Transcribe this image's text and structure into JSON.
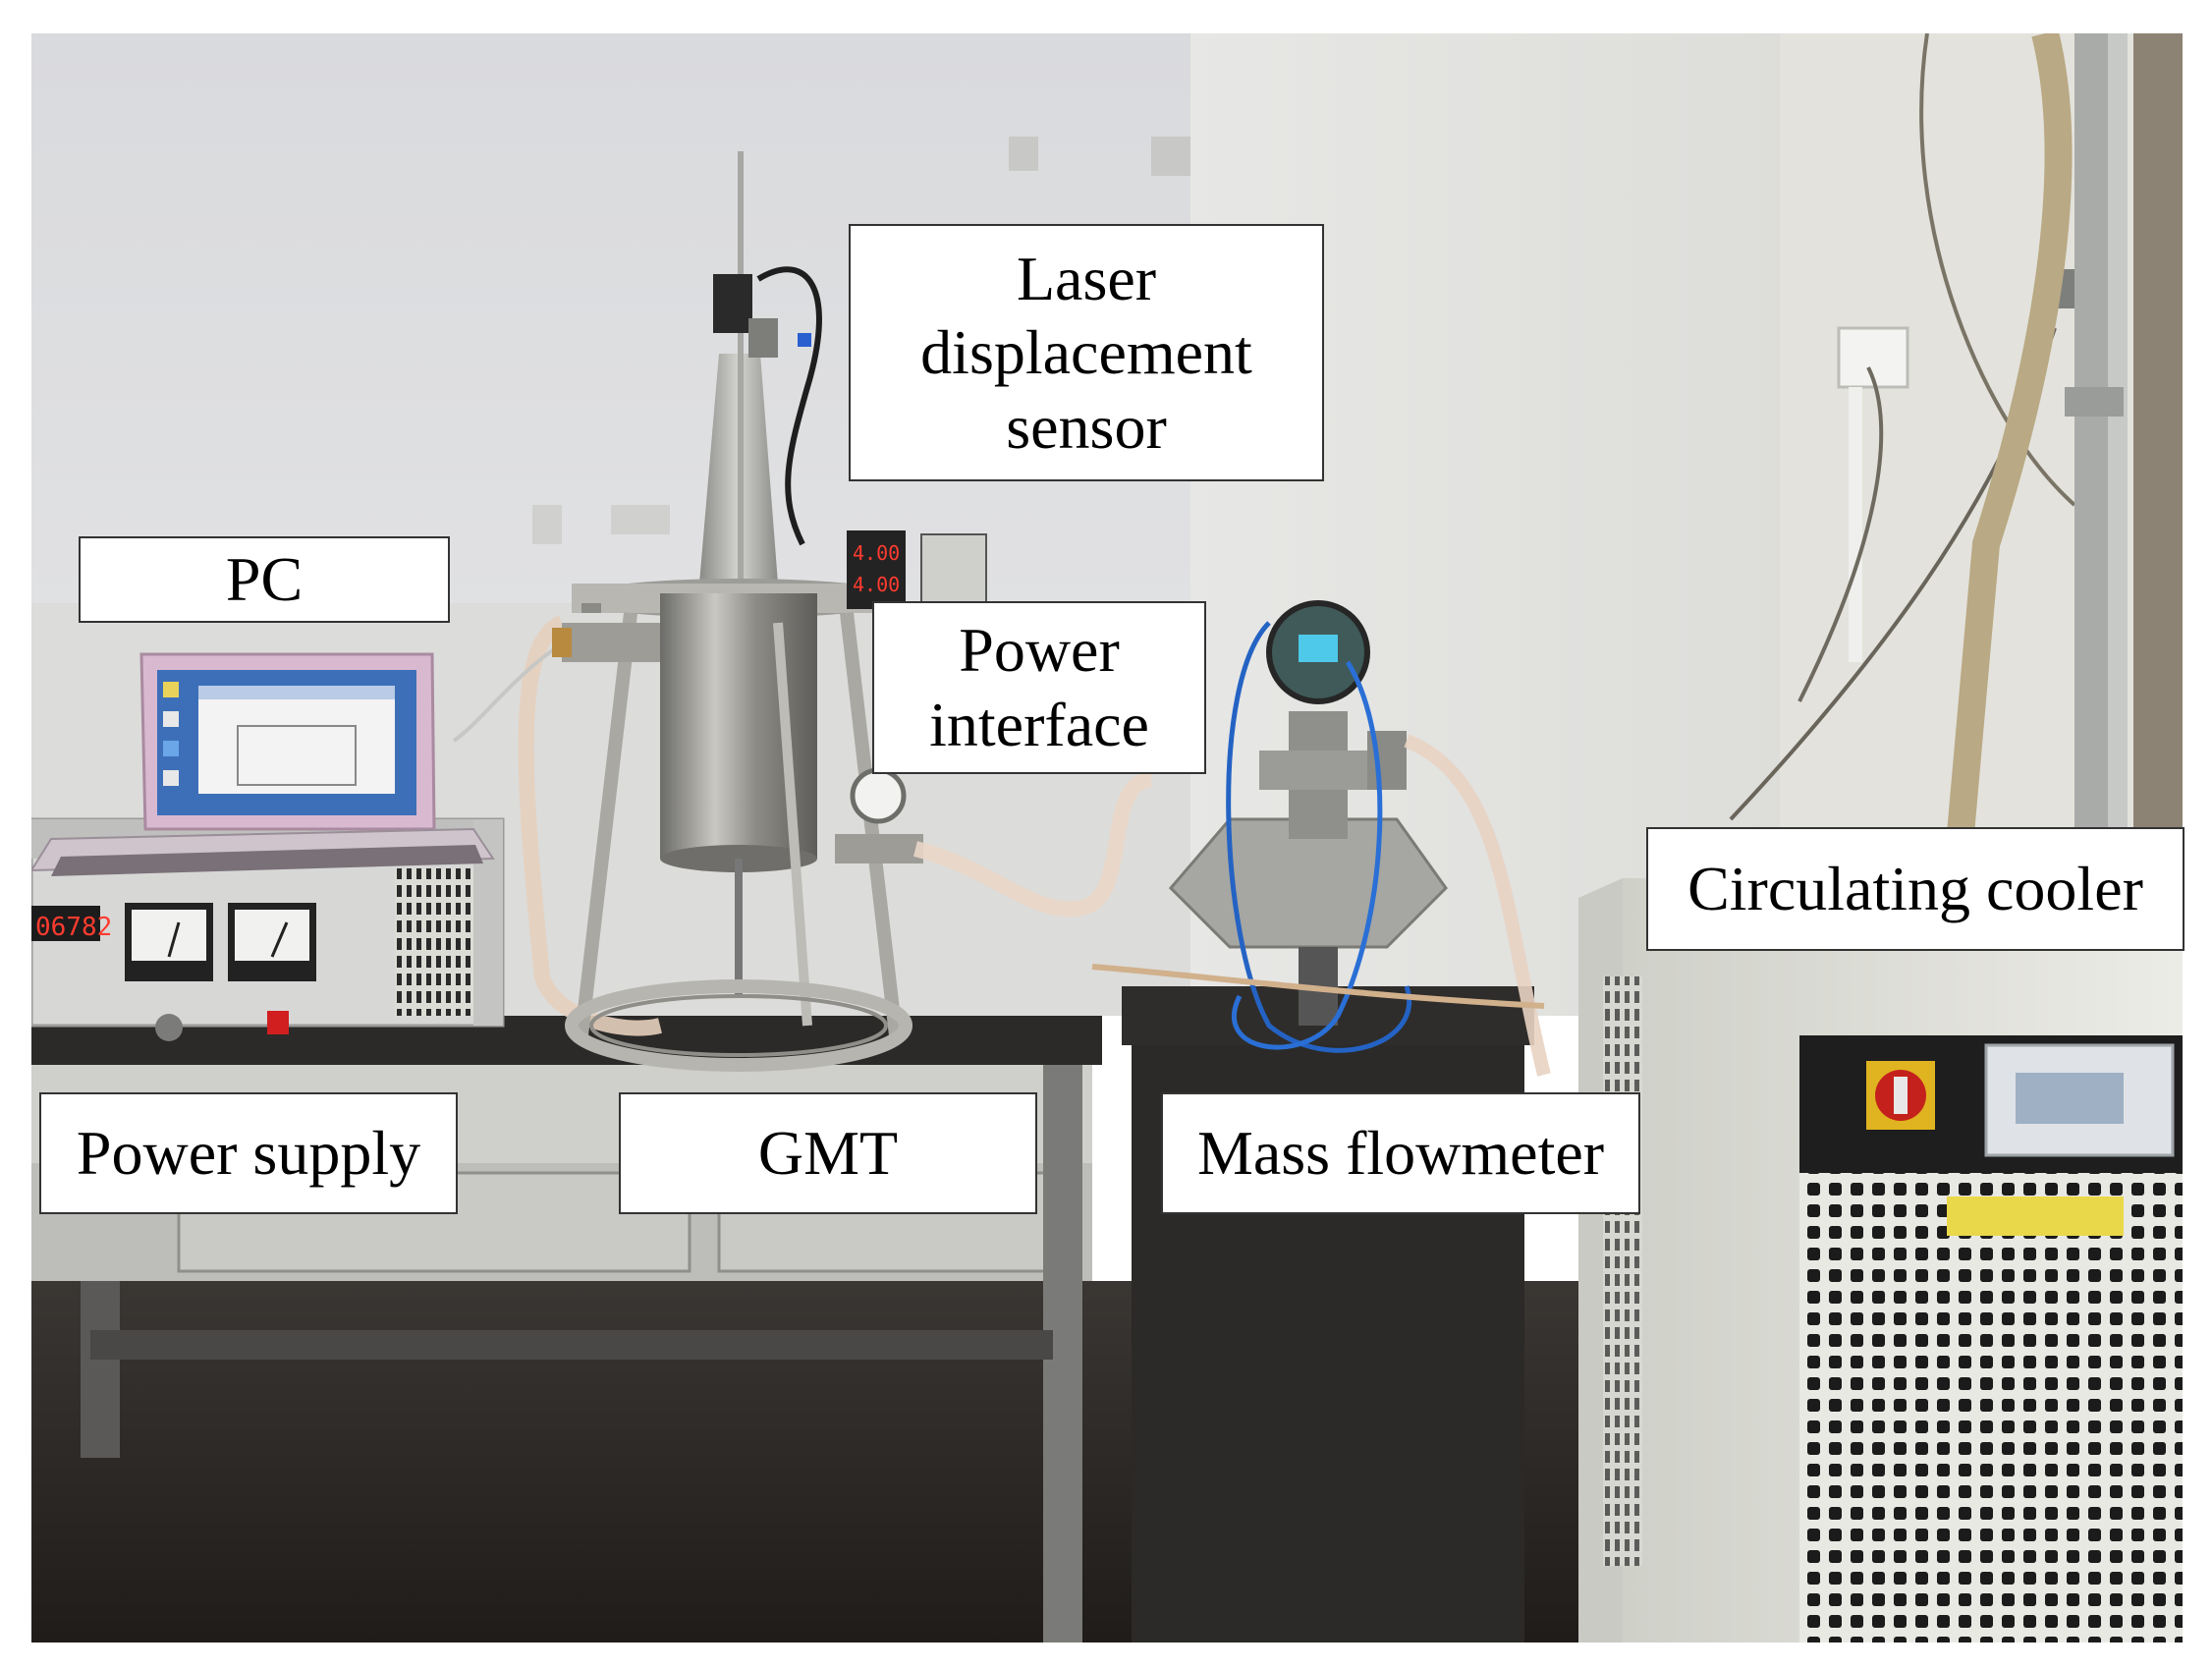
{
  "figure": {
    "labels": {
      "laser_displacement_sensor": "Laser\ndisplacement\nsensor",
      "pc": "PC",
      "power_interface": "Power\ninterface",
      "circulating_cooler": "Circulating cooler",
      "power_supply": "Power supply",
      "gmt": "GMT",
      "mass_flowmeter": "Mass flowmeter"
    },
    "displays": {
      "power_supply_readout": "06782",
      "controller_top": "4.00",
      "controller_bottom": "4.00"
    }
  }
}
